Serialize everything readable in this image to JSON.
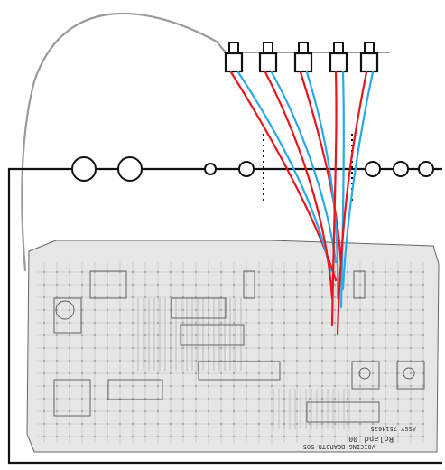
{
  "colors": {
    "background": "#ffffff",
    "wire_red": "#e8141e",
    "wire_blue": "#2aa8e8",
    "chassis_line": "#111111",
    "ribbon_cable": "#9a9a9a",
    "pcb_fill": "#e4e4e4",
    "pcb_trace": "#8a8a8a"
  },
  "diagram": {
    "jack_count": 5,
    "wires_per_jack": [
      "red",
      "blue"
    ],
    "front_panel_holes": {
      "large": 2,
      "small": 2,
      "right_group": 3
    },
    "boundary_markers": [
      "dotted-left",
      "dotted-right"
    ]
  },
  "board": {
    "silkscreen": {
      "brand": "Roland",
      "model": "TR-505",
      "assy": "ASSY 7514635",
      "rev": "00",
      "title": "VOICING BOARD"
    }
  }
}
